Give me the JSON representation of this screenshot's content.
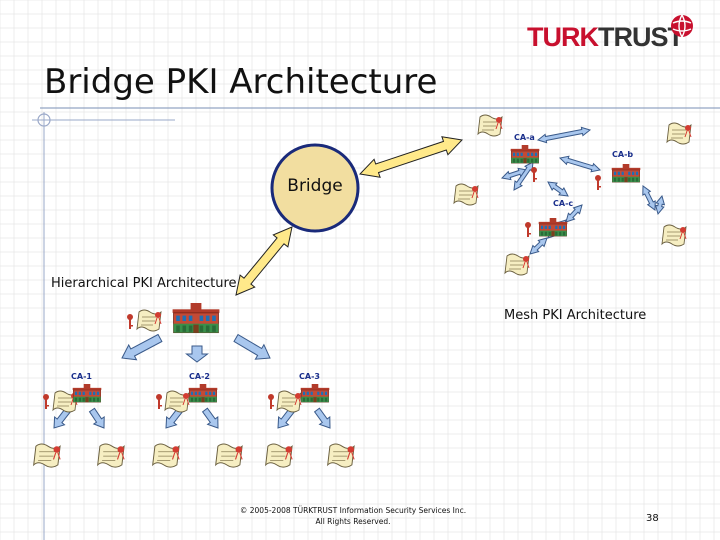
{
  "logo": {
    "part1": "TURK",
    "part2": "TRUST"
  },
  "slide": {
    "title": "Bridge PKI Architecture",
    "bridge_label": "Bridge",
    "hierarchical_label": "Hierarchical PKI Architecture",
    "mesh_label": "Mesh PKI Architecture",
    "footer_line1": "© 2005-2008 TÜRKTRUST Information Security Services Inc.",
    "footer_line2": "All Rights Reserved.",
    "page_number": "38"
  },
  "mesh": {
    "ca_a": "CA-a",
    "ca_b": "CA-b",
    "ca_c": "CA-c"
  },
  "hierarchy": {
    "ca_1": "CA-1",
    "ca_2": "CA-2",
    "ca_3": "CA-3"
  },
  "colors": {
    "bridge_fill": "#f2dea0",
    "bridge_stroke": "#1a2a7a",
    "arrow_fill": "#ffe98a",
    "ca_label": "#1a2f8c",
    "logo_red": "#c8102e",
    "grid_line": "#d4d4d4"
  }
}
